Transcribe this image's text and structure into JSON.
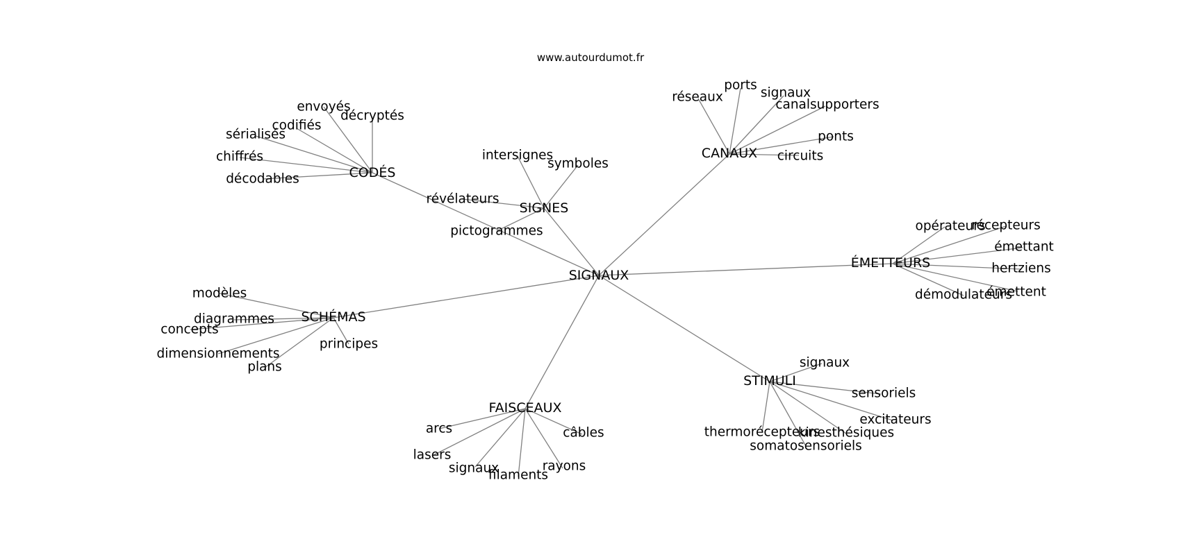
{
  "source": "www.autourdumot.fr",
  "center": "SIGNAUX",
  "clusters": [
    {
      "id": "codes",
      "label": "CODÉS",
      "leaves": [
        "envoyés",
        "décryptés",
        "codifiés",
        "sérialisés",
        "chiffrés",
        "décodables"
      ]
    },
    {
      "id": "signes",
      "label": "SIGNES",
      "leaves": [
        "intersignes",
        "symboles",
        "révélateurs",
        "pictogrammes"
      ]
    },
    {
      "id": "canaux",
      "label": "CANAUX",
      "leaves": [
        "réseaux",
        "ports",
        "signaux",
        "canalsupporters",
        "ponts",
        "circuits"
      ]
    },
    {
      "id": "emetteurs",
      "label": "ÉMETTEURS",
      "leaves": [
        "opérateurs",
        "récepteurs",
        "émettant",
        "hertziens",
        "émettent",
        "démodulateurs"
      ]
    },
    {
      "id": "schemas",
      "label": "SCHÉMAS",
      "leaves": [
        "modèles",
        "diagrammes",
        "concepts",
        "principes",
        "dimensionnements",
        "plans"
      ]
    },
    {
      "id": "faisceaux",
      "label": "FAISCEAUX",
      "leaves": [
        "arcs",
        "câbles",
        "lasers",
        "signaux",
        "filaments",
        "rayons"
      ]
    },
    {
      "id": "stimuli",
      "label": "STIMULI",
      "leaves": [
        "signaux",
        "sensoriels",
        "excitateurs",
        "kinesthésiques",
        "thermorécepteurs",
        "somatosensoriels"
      ]
    }
  ]
}
